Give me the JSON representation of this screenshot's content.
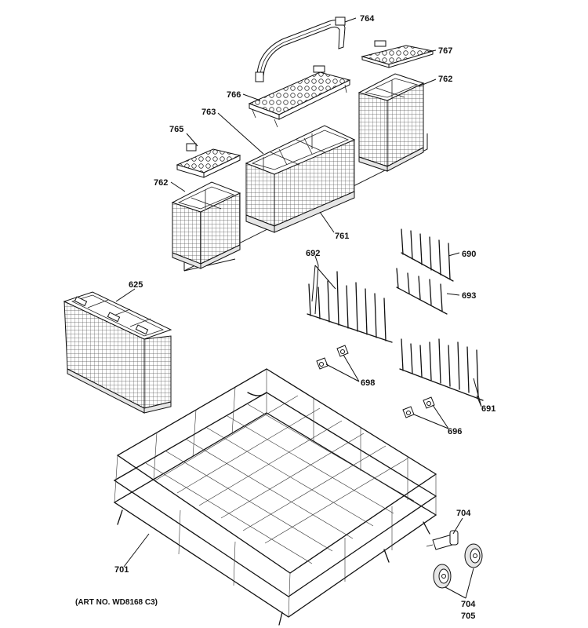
{
  "caption": "(ART NO. WD8168 C3)",
  "callouts": {
    "p764": "764",
    "p767": "767",
    "p762a": "762",
    "p766": "766",
    "p763": "763",
    "p765": "765",
    "p762b": "762",
    "p761": "761",
    "p692": "692",
    "p690": "690",
    "p693": "693",
    "p625": "625",
    "p698": "698",
    "p691": "691",
    "p696": "696",
    "p704a": "704",
    "p701": "701",
    "p704b": "704",
    "p705": "705"
  }
}
